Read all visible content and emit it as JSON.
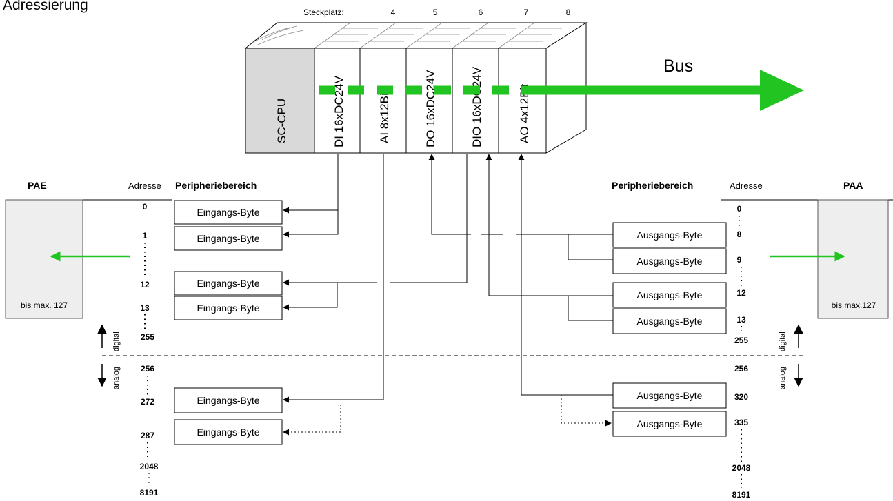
{
  "title": "Adressierung",
  "slot_label": "Steckplatz:",
  "slot_numbers": [
    "4",
    "5",
    "6",
    "7",
    "8"
  ],
  "modules": [
    "SC-CPU",
    "DI 16xDC24V",
    "AI 8x12Bit",
    "DO 16xDC24V",
    "DIO 16xDC24V",
    "AO 4x12Bit"
  ],
  "bus_label": "Bus",
  "left": {
    "title": "PAE",
    "address_header": "Adresse",
    "area_header": "Peripheriebereich",
    "range_label": "bis max. 127",
    "addresses": [
      "0",
      "1",
      "12",
      "13",
      "255",
      "256",
      "272",
      "287",
      "2048",
      "8191"
    ],
    "byte_label": "Eingangs-Byte",
    "digital_label": "digital",
    "analog_label": "analog"
  },
  "right": {
    "title": "PAA",
    "address_header": "Adresse",
    "area_header": "Peripheriebereich",
    "range_label": "bis max.127",
    "addresses": [
      "0",
      "8",
      "9",
      "12",
      "13",
      "255",
      "256",
      "320",
      "335",
      "2048",
      "8191"
    ],
    "byte_label": "Ausgangs-Byte",
    "digital_label": "digital",
    "analog_label": "analog"
  },
  "colors": {
    "bus": "#22c422",
    "module_face": "#ffffff",
    "cpu_face": "#d9d9d9",
    "memory_area": "#eeeeee",
    "line": "#000000"
  }
}
